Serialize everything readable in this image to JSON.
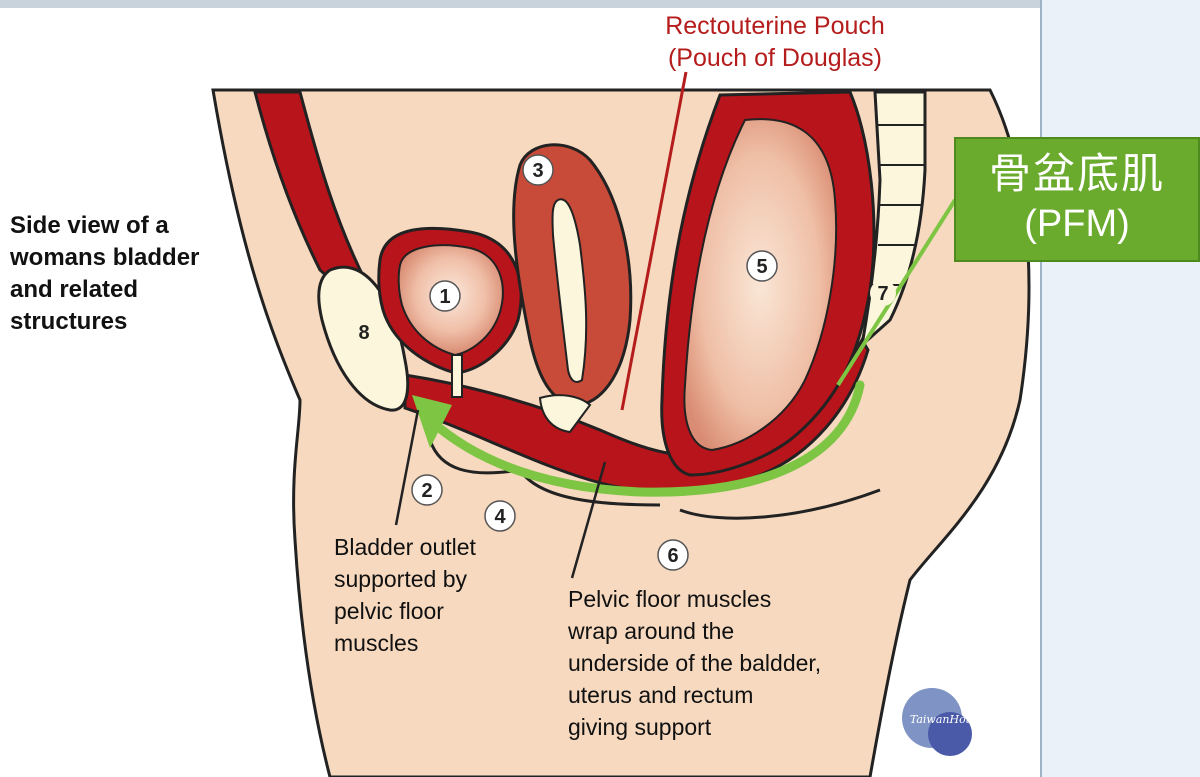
{
  "side_caption": "Side view of a\nwomans bladder\nand related\nstructures",
  "pouch_label": {
    "line1": "Rectouterine Pouch",
    "line2": "(Pouch of Douglas)"
  },
  "pfm_label": {
    "chinese": "骨盆底肌",
    "english": "(PFM)"
  },
  "bladder_outlet_text": "Bladder outlet\nsupported by\npelvic floor\nmuscles",
  "pelvic_floor_text": "Pelvic floor muscles\nwrap around the\nunderside of the baldder,\nuterus and rectum\ngiving support",
  "numbers": [
    "1",
    "2",
    "3",
    "4",
    "5",
    "6",
    "7",
    "8"
  ],
  "watermark": "TaiwanHot",
  "colors": {
    "skin": "#f6d9bf",
    "muscle": "#b8141b",
    "organ": "#c84a38",
    "highlight_green": "#7dc542",
    "label_red": "#b51c1c",
    "bone": "#fbf6dc"
  }
}
